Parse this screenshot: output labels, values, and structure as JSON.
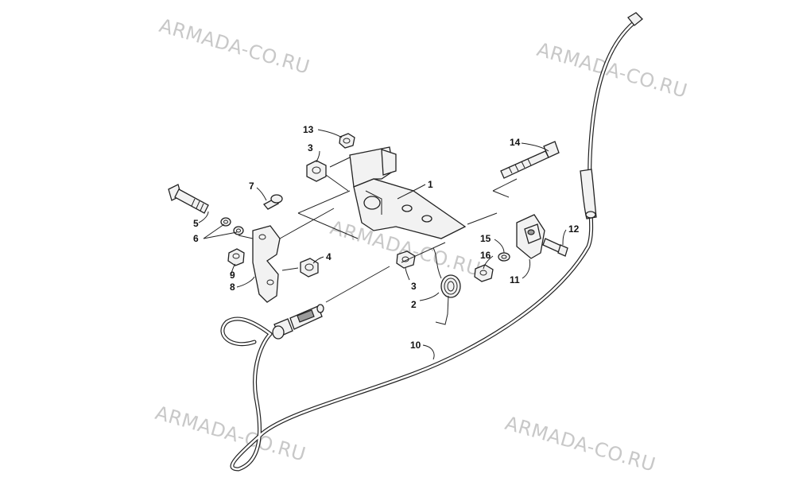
{
  "watermark": "ARMADA-CO.RU",
  "callouts": {
    "c1": "1",
    "c2": "2",
    "c3a": "3",
    "c3b": "3",
    "c4": "4",
    "c5": "5",
    "c6": "6",
    "c7": "7",
    "c8": "8",
    "c9": "9",
    "c10": "10",
    "c11": "11",
    "c12": "12",
    "c13": "13",
    "c14": "14",
    "c15": "15",
    "c16": "16"
  },
  "colors": {
    "line": "#222222",
    "watermark": "#c8c8c8",
    "background": "#ffffff"
  }
}
